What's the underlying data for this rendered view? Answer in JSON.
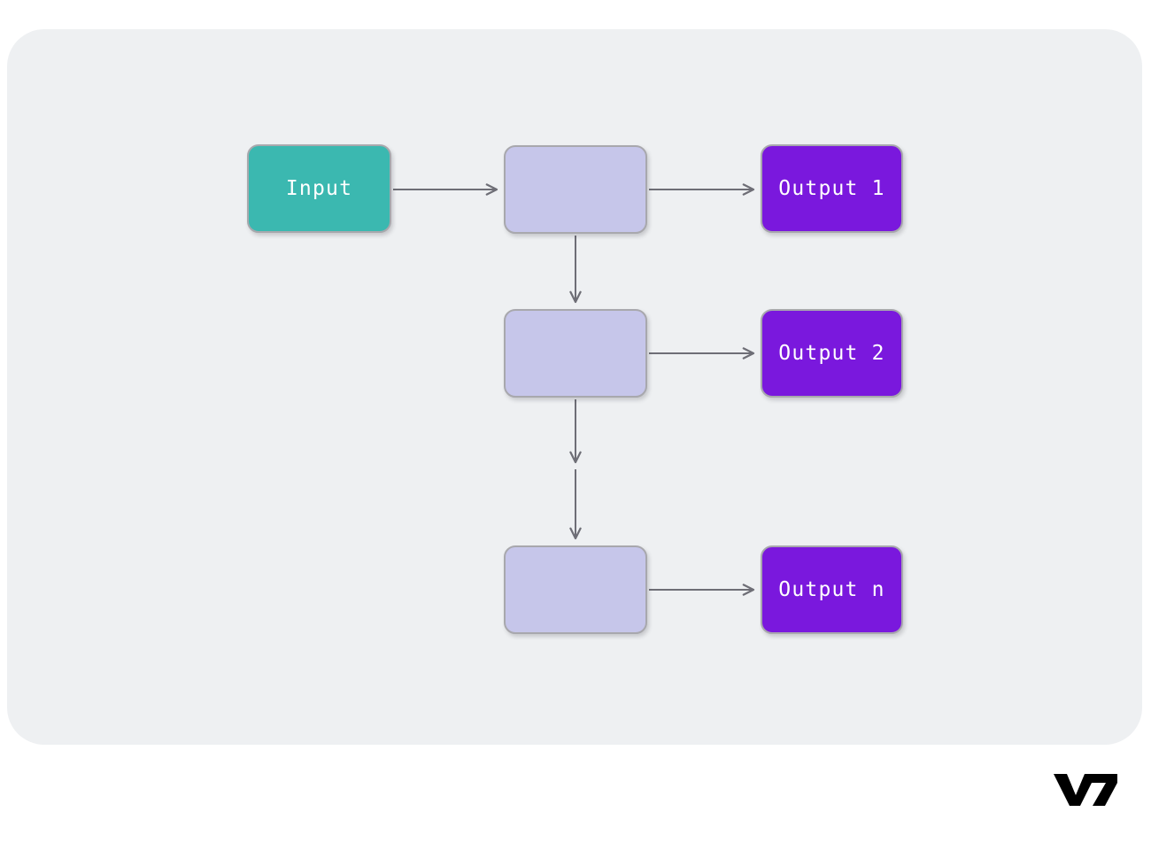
{
  "canvas": {
    "background": "#ffffff",
    "card_background": "#eef0f2"
  },
  "palette": {
    "input_fill": "#3bb8b0",
    "hidden_fill": "#c6c6ea",
    "output_fill": "#7a18dd",
    "node_border": "#a8a8ad",
    "edge_stroke": "#6e6e76",
    "label_text": "#ffffff",
    "logo": "#000000"
  },
  "chart_data": {
    "type": "diagram",
    "title": "",
    "nodes": [
      {
        "id": "input",
        "label": "Input",
        "kind": "input",
        "column": 0,
        "row": 0
      },
      {
        "id": "h1",
        "label": "",
        "kind": "hidden",
        "column": 1,
        "row": 0
      },
      {
        "id": "h2",
        "label": "",
        "kind": "hidden",
        "column": 1,
        "row": 1
      },
      {
        "id": "h3",
        "label": "",
        "kind": "hidden",
        "column": 1,
        "row": 2
      },
      {
        "id": "out1",
        "label": "Output 1",
        "kind": "output",
        "column": 2,
        "row": 0
      },
      {
        "id": "out2",
        "label": "Output 2",
        "kind": "output",
        "column": 2,
        "row": 1
      },
      {
        "id": "outn",
        "label": "Output n",
        "kind": "output",
        "column": 2,
        "row": 2
      }
    ],
    "edges": [
      {
        "from": "input",
        "to": "h1",
        "direction": "horizontal",
        "arrow": true
      },
      {
        "from": "h1",
        "to": "out1",
        "direction": "horizontal",
        "arrow": true
      },
      {
        "from": "h1",
        "to": "h2",
        "direction": "vertical",
        "arrow": true
      },
      {
        "from": "h2",
        "to": "out2",
        "direction": "horizontal",
        "arrow": true
      },
      {
        "from": "h2",
        "to": "h3",
        "direction": "vertical",
        "arrow": true,
        "note": "continuation with intermediate arrowhead"
      },
      {
        "from": "h3",
        "to": "outn",
        "direction": "horizontal",
        "arrow": true
      }
    ]
  },
  "nodes": {
    "input": {
      "label": "Input"
    },
    "hidden1": {
      "label": ""
    },
    "hidden2": {
      "label": ""
    },
    "hidden3": {
      "label": ""
    },
    "output1": {
      "label": "Output 1"
    },
    "output2": {
      "label": "Output 2"
    },
    "outputn": {
      "label": "Output n"
    }
  },
  "branding": {
    "logo_text": "V7"
  }
}
